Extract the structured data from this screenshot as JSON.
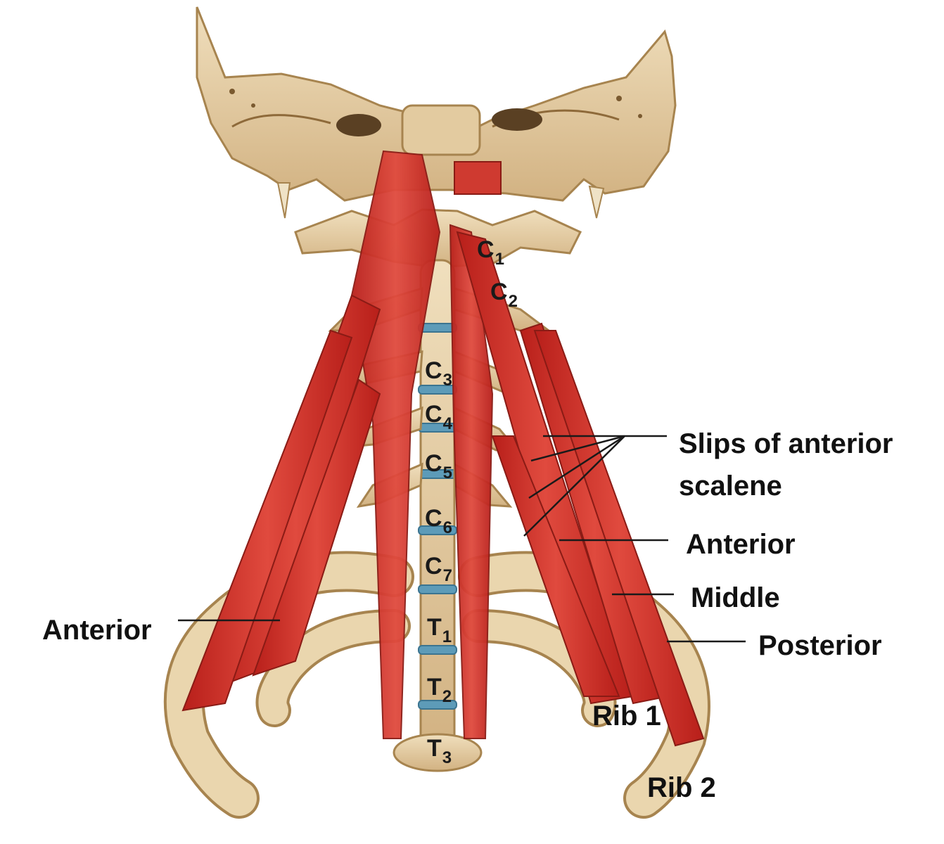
{
  "colors": {
    "bone": "#e6cfa6",
    "bone_shade": "#b99766",
    "muscle": "#c92a23",
    "muscle_light": "#e2564a",
    "disc": "#5d9bb8",
    "leader_line": "#1a1a1a",
    "label": "#111111"
  },
  "labels": {
    "slips_line1": "Slips of anterior",
    "slips_line2": "scalene",
    "anterior_right": "Anterior",
    "middle": "Middle",
    "posterior": "Posterior",
    "anterior_left": "Anterior",
    "rib1": "Rib 1",
    "rib2": "Rib 2"
  },
  "vertebrae": [
    {
      "letter": "C",
      "sub": "1"
    },
    {
      "letter": "C",
      "sub": "2"
    },
    {
      "letter": "C",
      "sub": "3"
    },
    {
      "letter": "C",
      "sub": "4"
    },
    {
      "letter": "C",
      "sub": "5"
    },
    {
      "letter": "C",
      "sub": "6"
    },
    {
      "letter": "C",
      "sub": "7"
    },
    {
      "letter": "T",
      "sub": "1"
    },
    {
      "letter": "T",
      "sub": "2"
    },
    {
      "letter": "T",
      "sub": "3"
    }
  ]
}
